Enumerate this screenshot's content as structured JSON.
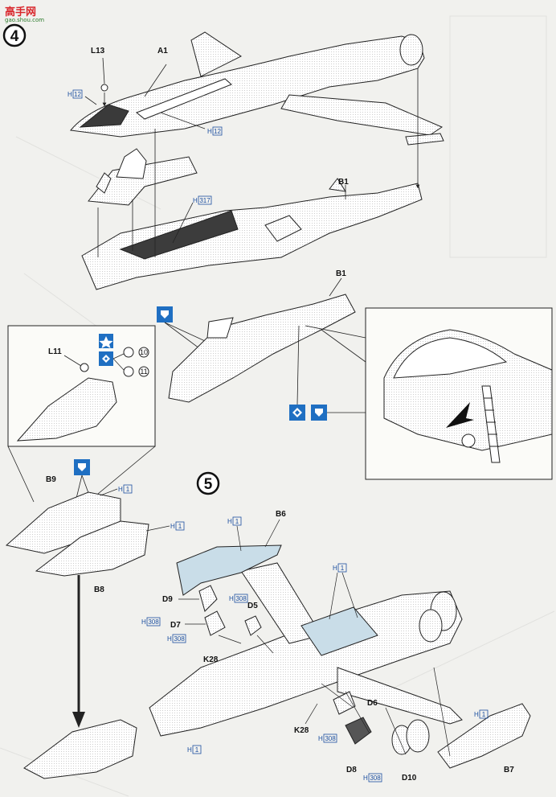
{
  "watermark": {
    "title": "高手网",
    "url": "gao.shou.com"
  },
  "steps": {
    "s4": "4",
    "s5": "5"
  },
  "parts": {
    "L13": "L13",
    "A1": "A1",
    "B1": "B1",
    "B1b": "B1",
    "L11": "L11",
    "B9": "B9",
    "B8": "B8",
    "B6": "B6",
    "D9": "D9",
    "D7": "D7",
    "D5": "D5",
    "K28a": "K28",
    "K28b": "K28",
    "D6": "D6",
    "D8": "D8",
    "D10": "D10",
    "B7": "B7"
  },
  "colors": {
    "c1": "12",
    "c2": "12",
    "c3": "317",
    "c4": "1",
    "c5": "1",
    "c6": "1",
    "c7": "308",
    "c8": "308",
    "c9": "308",
    "c10": "1",
    "c11": "1",
    "c12": "308",
    "c13": "308",
    "c14": "1"
  },
  "options": {
    "o10": "10",
    "o11": "11"
  },
  "icon_colors": {
    "accent": "#1f6fc2",
    "paint": "#2e2e2e",
    "canopy": "#c9dde8"
  }
}
